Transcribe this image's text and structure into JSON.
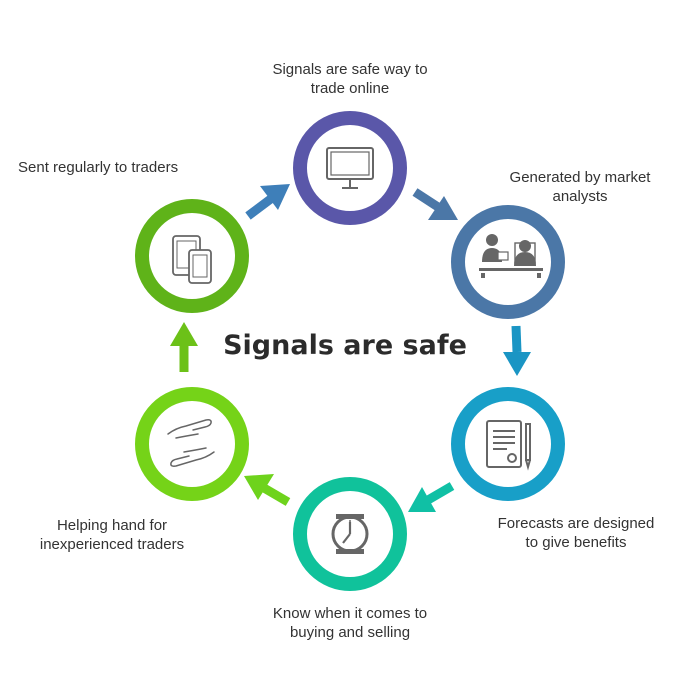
{
  "title": "Signals are safe",
  "colors": {
    "purple": "#5a57a9",
    "steel_blue": "#4b77a7",
    "teal_blue": "#189fc8",
    "teal_green": "#10c29b",
    "lime": "#75d318",
    "green": "#5fb319",
    "icon_gray": "#666666"
  },
  "steps": [
    {
      "label_lines": [
        "Signals are safe way to",
        "trade online"
      ],
      "icon": "monitor-icon"
    },
    {
      "label_lines": [
        "Generated by market",
        "analysts"
      ],
      "icon": "analysts-icon"
    },
    {
      "label_lines": [
        "Forecasts are designed",
        "to give benefits"
      ],
      "icon": "document-icon"
    },
    {
      "label_lines": [
        "Know when it comes to",
        "buying and selling"
      ],
      "icon": "clock-icon"
    },
    {
      "label_lines": [
        "Helping hand for",
        "inexperienced traders"
      ],
      "icon": "handshake-icon"
    },
    {
      "label_lines": [
        "Sent regularly to traders"
      ],
      "icon": "tablets-icon"
    }
  ]
}
